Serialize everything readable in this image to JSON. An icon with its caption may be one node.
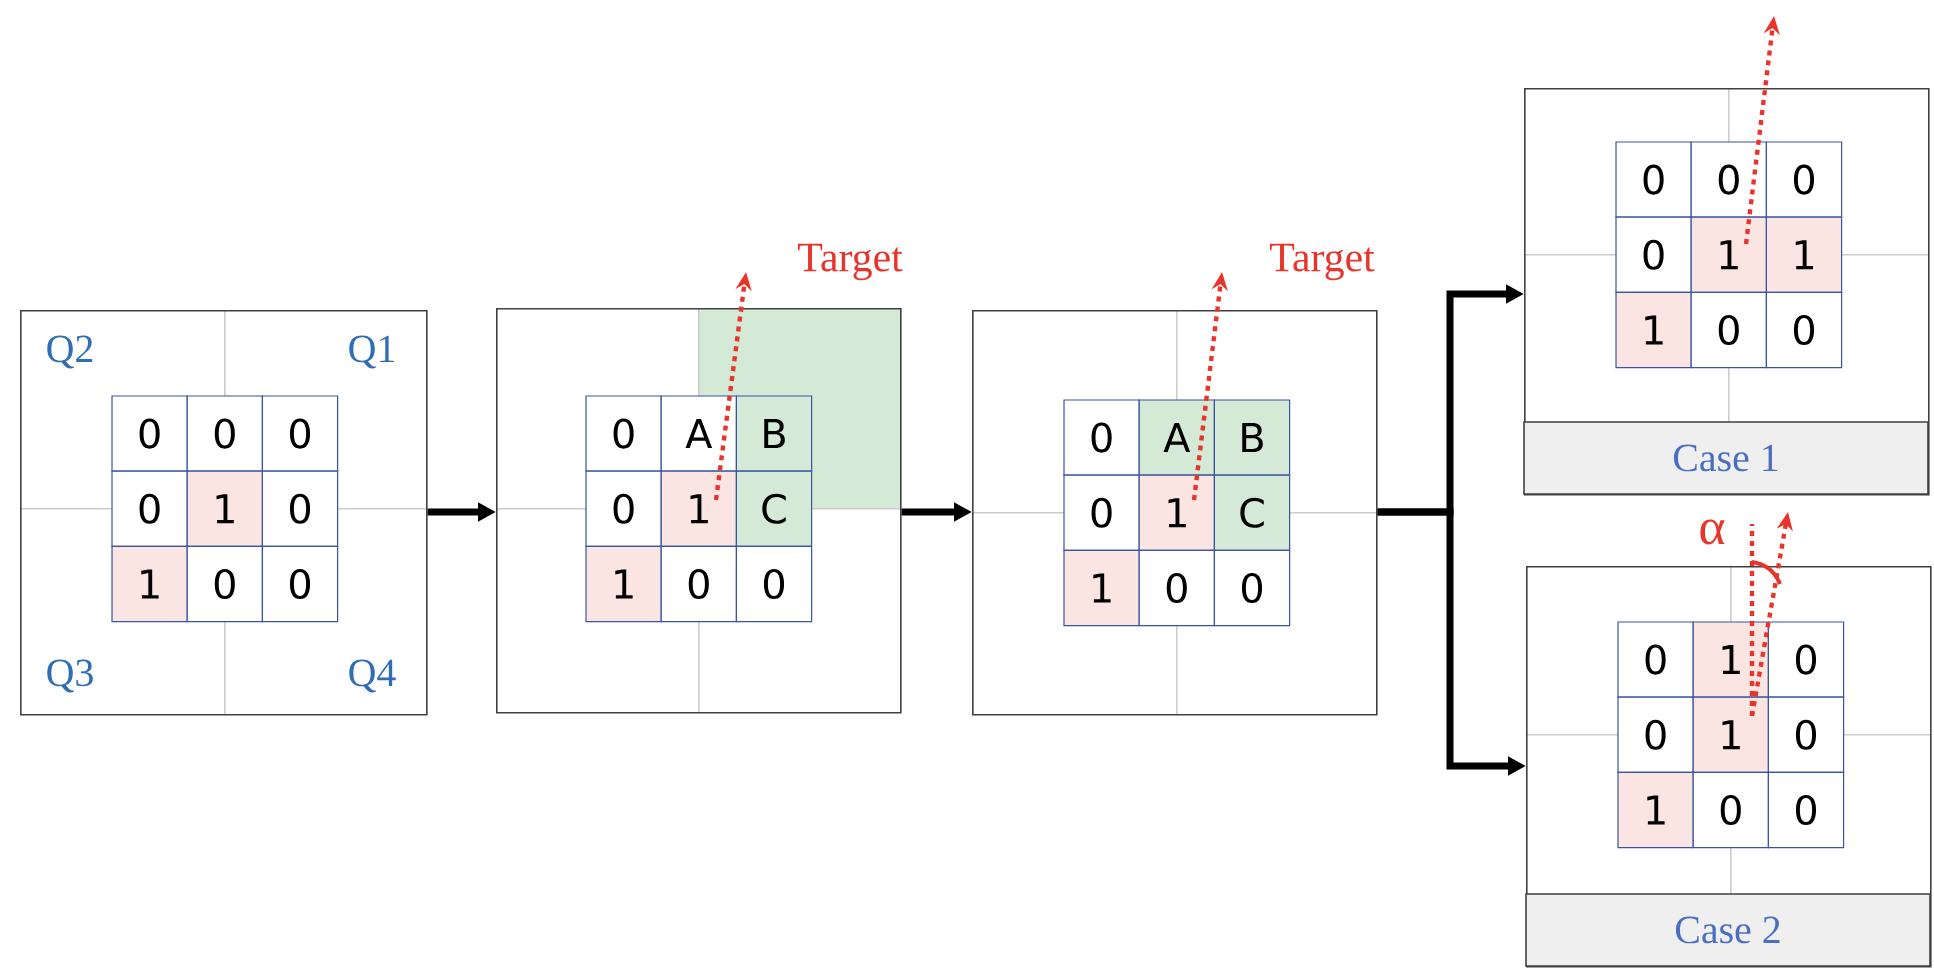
{
  "diagram": {
    "nodes": [
      {
        "text": [
          "Q2",
          "Q1",
          "Q3",
          "Q4"
        ]
      },
      {
        "text": [],
        "shape": "box",
        "beside": [
          "Target"
        ]
      },
      {
        "text": [],
        "shape": "box",
        "beside": [
          "Target"
        ]
      },
      {
        "text": [
          "Case 1"
        ]
      },
      {
        "text": [
          "Case 2"
        ]
      }
    ],
    "edges": [
      {
        "from": 0,
        "to": 1,
        "arrow": "to"
      },
      {
        "from": 1,
        "to": 2,
        "arrow": "to"
      },
      {
        "from": 2,
        "to": 3,
        "arrow": "to"
      },
      {
        "from": 2,
        "to": 4,
        "arrow": "to"
      }
    ],
    "labels": [
      "0",
      "0",
      "0",
      "0",
      "1",
      "0",
      "1",
      "0",
      "0",
      "0",
      "A",
      "B",
      "0",
      "1",
      "C",
      "1",
      "0",
      "0",
      "0",
      "A",
      "B",
      "0",
      "1",
      "C",
      "1",
      "0",
      "0",
      "0",
      "0",
      "0",
      "0",
      "1",
      "1",
      "1",
      "0",
      "0",
      "0",
      "1",
      "0",
      "0",
      "1",
      "0",
      "1",
      "0",
      "0",
      "α"
    ]
  }
}
